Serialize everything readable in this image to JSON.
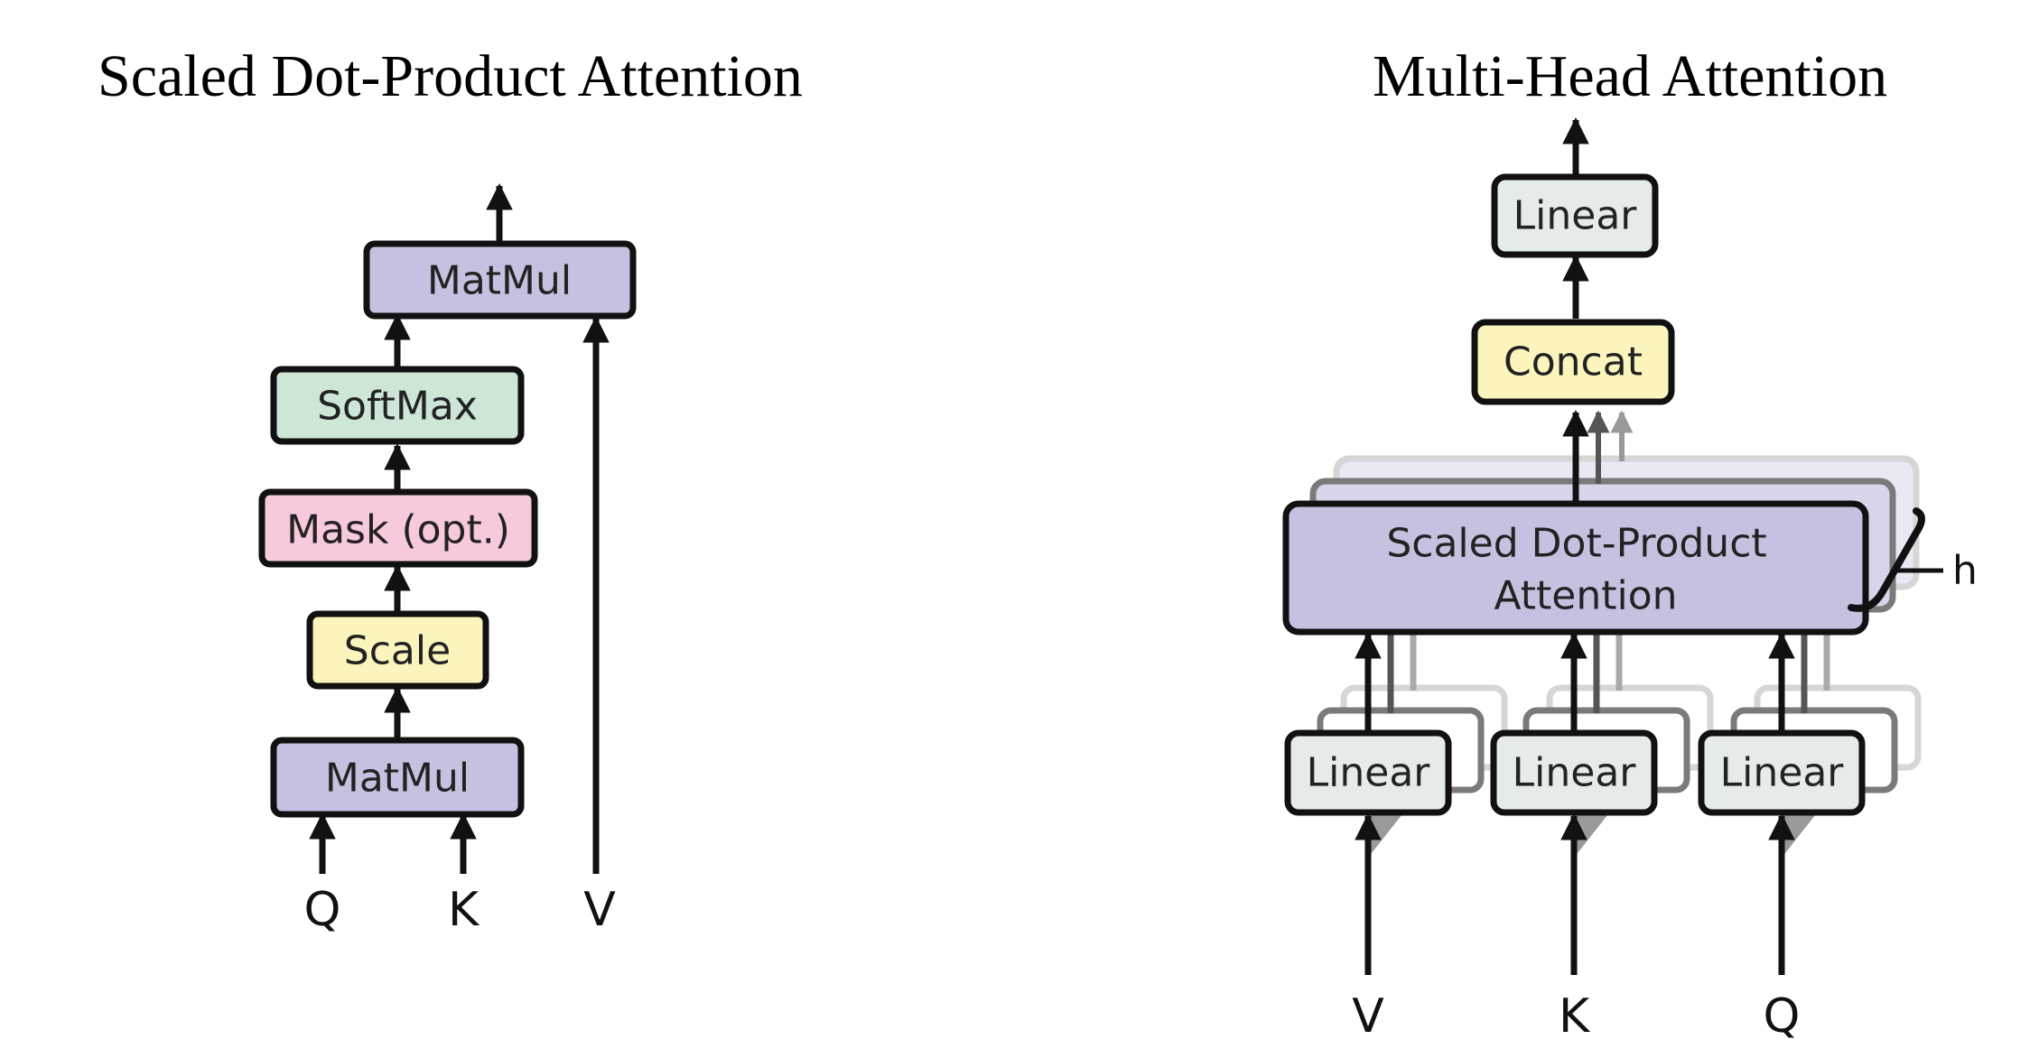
{
  "left_diagram": {
    "title": "Scaled Dot-Product Attention",
    "boxes": {
      "matmul_top": "MatMul",
      "softmax": "SoftMax",
      "mask": "Mask (opt.)",
      "scale": "Scale",
      "matmul_bottom": "MatMul"
    },
    "inputs": {
      "q": "Q",
      "k": "K",
      "v": "V"
    }
  },
  "right_diagram": {
    "title": "Multi-Head Attention",
    "boxes": {
      "linear_top": "Linear",
      "concat": "Concat",
      "attention_line1": "Scaled Dot-Product",
      "attention_line2": "Attention",
      "linear_v": "Linear",
      "linear_k": "Linear",
      "linear_q": "Linear"
    },
    "heads_label": "h",
    "inputs": {
      "v": "V",
      "k": "K",
      "q": "Q"
    }
  },
  "colors": {
    "matmul": "#c6c1e0",
    "softmax": "#cde6d5",
    "mask": "#f7c9dc",
    "scale": "#fbf5bd",
    "concat": "#fbf5bd",
    "attention": "#c6c1e0",
    "linear": "#e5ebe8",
    "stroke": "#111111"
  }
}
